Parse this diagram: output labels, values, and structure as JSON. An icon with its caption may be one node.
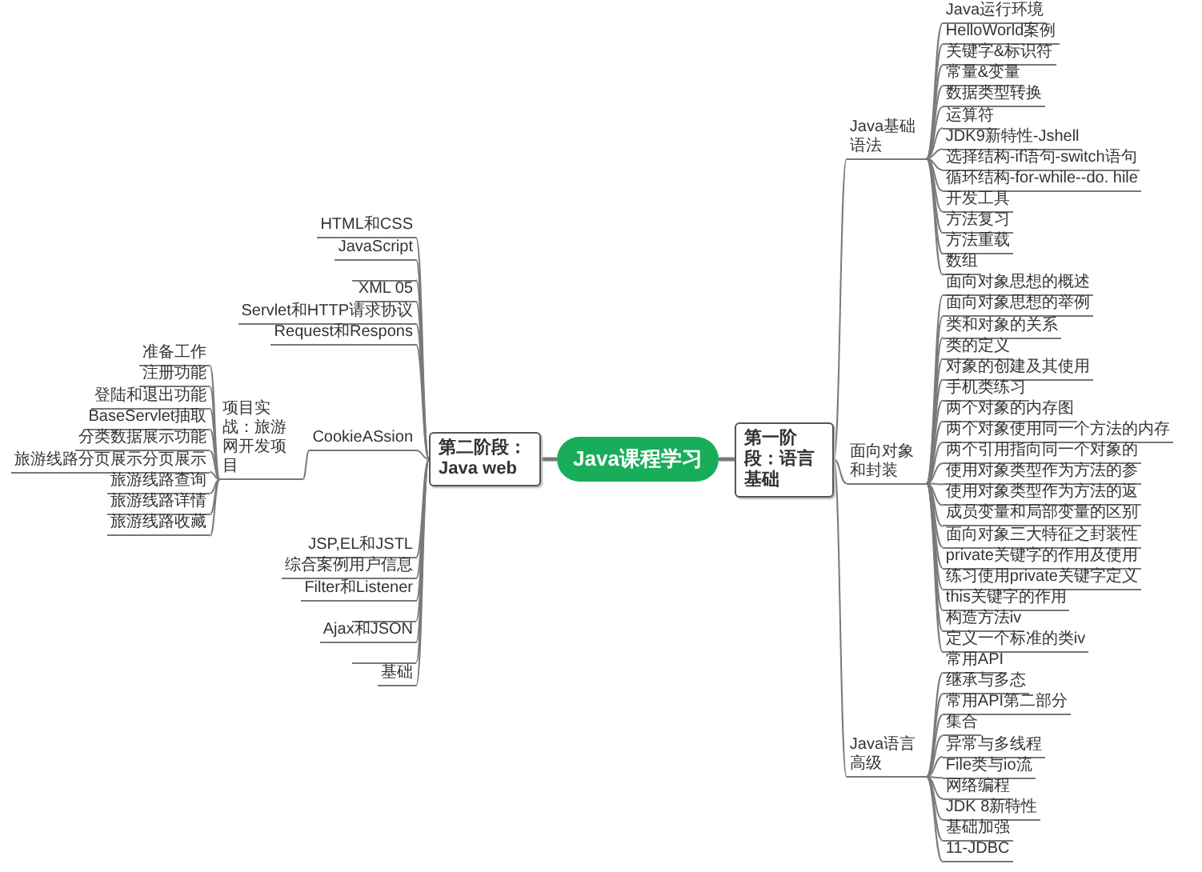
{
  "diagram": {
    "nodes": [
      {
        "text": [
          "Java课程学习"
        ]
      },
      {
        "text": [
          "第一阶段：语言基础"
        ]
      },
      {
        "text": [
          "Java基础语法"
        ]
      },
      {
        "text": [
          "Java运行环境"
        ]
      },
      {
        "text": [
          "HelloWorld案例"
        ]
      },
      {
        "text": [
          "关键字&标识符"
        ]
      },
      {
        "text": [
          "常量&变量"
        ]
      },
      {
        "text": [
          "数据类型转换"
        ]
      },
      {
        "text": [
          "运算符"
        ]
      },
      {
        "text": [
          "JDK9新特性-Jshell"
        ]
      },
      {
        "text": [
          "选择结构-if语句-switch语句"
        ]
      },
      {
        "text": [
          "循环结构-for-while--do. hile"
        ]
      },
      {
        "text": [
          "开发工具"
        ]
      },
      {
        "text": [
          "方法复习"
        ]
      },
      {
        "text": [
          "方法重载"
        ]
      },
      {
        "text": [
          "数组"
        ]
      },
      {
        "text": [
          "面向对象和封装"
        ]
      },
      {
        "text": [
          "面向对象思想的概述"
        ]
      },
      {
        "text": [
          "面向对象思想的举例"
        ]
      },
      {
        "text": [
          "类和对象的关系"
        ]
      },
      {
        "text": [
          "类的定义"
        ]
      },
      {
        "text": [
          "对象的创建及其使用"
        ]
      },
      {
        "text": [
          "手机类练习"
        ]
      },
      {
        "text": [
          "两个对象的内存图"
        ]
      },
      {
        "text": [
          "两个对象使用同一个方法的内存"
        ]
      },
      {
        "text": [
          "两个引用指向同一个对象的"
        ]
      },
      {
        "text": [
          "使用对象类型作为方法的参"
        ]
      },
      {
        "text": [
          "使用对象类型作为方法的返"
        ]
      },
      {
        "text": [
          "成员变量和局部变量的区别"
        ]
      },
      {
        "text": [
          "面向对象三大特征之封装性"
        ]
      },
      {
        "text": [
          "private关键字的作用及使用"
        ]
      },
      {
        "text": [
          "练习使用private关键字定义"
        ]
      },
      {
        "text": [
          "this关键字的作用"
        ]
      },
      {
        "text": [
          "构造方法iv"
        ]
      },
      {
        "text": [
          "定义一个标准的类iv"
        ]
      },
      {
        "text": [
          "Java语言高级"
        ]
      },
      {
        "text": [
          "常用API"
        ]
      },
      {
        "text": [
          "继承与多态"
        ]
      },
      {
        "text": [
          "常用API第二部分"
        ]
      },
      {
        "text": [
          "集合"
        ]
      },
      {
        "text": [
          "异常与多线程"
        ]
      },
      {
        "text": [
          "File类与io流"
        ]
      },
      {
        "text": [
          "网络编程"
        ]
      },
      {
        "text": [
          "JDK 8新特性"
        ]
      },
      {
        "text": [
          "基础加强"
        ]
      },
      {
        "text": [
          "11-JDBC"
        ]
      },
      {
        "text": [
          "第二阶段：Java web"
        ]
      },
      {
        "text": [
          "HTML和CSS"
        ]
      },
      {
        "text": [
          "JavaScript"
        ]
      },
      {
        "text": [],
        "shape": "line"
      },
      {
        "text": [
          "XML 05"
        ]
      },
      {
        "text": [
          "Servlet和HTTP请求协议"
        ]
      },
      {
        "text": [
          "Request和Respons"
        ]
      },
      {
        "text": [
          "CookieASsion"
        ]
      },
      {
        "text": [
          "项目实战：旅游网开发项目"
        ]
      },
      {
        "text": [
          "准备工作"
        ]
      },
      {
        "text": [
          "注册功能"
        ]
      },
      {
        "text": [
          "登陆和退出功能"
        ]
      },
      {
        "text": [
          "BaseServlet抽取"
        ]
      },
      {
        "text": [
          "分类数据展示功能"
        ]
      },
      {
        "text": [
          "旅游线路分页展示分页展示"
        ]
      },
      {
        "text": [
          "旅游线路查询"
        ]
      },
      {
        "text": [
          "旅游线路详情"
        ]
      },
      {
        "text": [
          "旅游线路收藏"
        ]
      },
      {
        "text": [
          "JSP,EL和JSTL"
        ]
      },
      {
        "text": [
          "综合案例用户信息"
        ]
      },
      {
        "text": [
          "Filter和Listener"
        ]
      },
      {
        "text": [],
        "shape": "line"
      },
      {
        "text": [
          "Ajax和JSON"
        ]
      },
      {
        "text": [],
        "shape": "line"
      },
      {
        "text": [
          "基础"
        ]
      }
    ],
    "edges": [
      {
        "from": 0,
        "to": 1,
        "arrow": "none",
        "style": "thick"
      },
      {
        "from": 1,
        "to": 2,
        "arrow": "none"
      },
      {
        "from": 2,
        "to": 3,
        "arrow": "none"
      },
      {
        "from": 2,
        "to": 4,
        "arrow": "none"
      },
      {
        "from": 2,
        "to": 5,
        "arrow": "none"
      },
      {
        "from": 2,
        "to": 6,
        "arrow": "none"
      },
      {
        "from": 2,
        "to": 7,
        "arrow": "none"
      },
      {
        "from": 2,
        "to": 8,
        "arrow": "none"
      },
      {
        "from": 2,
        "to": 9,
        "arrow": "none"
      },
      {
        "from": 2,
        "to": 10,
        "arrow": "none"
      },
      {
        "from": 2,
        "to": 11,
        "arrow": "none"
      },
      {
        "from": 2,
        "to": 12,
        "arrow": "none"
      },
      {
        "from": 2,
        "to": 13,
        "arrow": "none"
      },
      {
        "from": 2,
        "to": 14,
        "arrow": "none"
      },
      {
        "from": 2,
        "to": 15,
        "arrow": "none"
      },
      {
        "from": 1,
        "to": 16,
        "arrow": "none"
      },
      {
        "from": 16,
        "to": 17,
        "arrow": "none"
      },
      {
        "from": 16,
        "to": 18,
        "arrow": "none"
      },
      {
        "from": 16,
        "to": 19,
        "arrow": "none"
      },
      {
        "from": 16,
        "to": 20,
        "arrow": "none"
      },
      {
        "from": 16,
        "to": 21,
        "arrow": "none"
      },
      {
        "from": 16,
        "to": 22,
        "arrow": "none"
      },
      {
        "from": 16,
        "to": 23,
        "arrow": "none"
      },
      {
        "from": 16,
        "to": 24,
        "arrow": "none"
      },
      {
        "from": 16,
        "to": 25,
        "arrow": "none"
      },
      {
        "from": 16,
        "to": 26,
        "arrow": "none"
      },
      {
        "from": 16,
        "to": 27,
        "arrow": "none"
      },
      {
        "from": 16,
        "to": 28,
        "arrow": "none"
      },
      {
        "from": 16,
        "to": 29,
        "arrow": "none"
      },
      {
        "from": 16,
        "to": 30,
        "arrow": "none"
      },
      {
        "from": 16,
        "to": 31,
        "arrow": "none"
      },
      {
        "from": 16,
        "to": 32,
        "arrow": "none"
      },
      {
        "from": 16,
        "to": 33,
        "arrow": "none"
      },
      {
        "from": 16,
        "to": 34,
        "arrow": "none"
      },
      {
        "from": 1,
        "to": 35,
        "arrow": "none"
      },
      {
        "from": 35,
        "to": 36,
        "arrow": "none"
      },
      {
        "from": 35,
        "to": 37,
        "arrow": "none"
      },
      {
        "from": 35,
        "to": 38,
        "arrow": "none"
      },
      {
        "from": 35,
        "to": 39,
        "arrow": "none"
      },
      {
        "from": 35,
        "to": 40,
        "arrow": "none"
      },
      {
        "from": 35,
        "to": 41,
        "arrow": "none"
      },
      {
        "from": 35,
        "to": 42,
        "arrow": "none"
      },
      {
        "from": 35,
        "to": 43,
        "arrow": "none"
      },
      {
        "from": 35,
        "to": 44,
        "arrow": "none"
      },
      {
        "from": 35,
        "to": 45,
        "arrow": "none"
      },
      {
        "from": 0,
        "to": 46,
        "arrow": "none",
        "style": "thick"
      },
      {
        "from": 46,
        "to": 47,
        "arrow": "none"
      },
      {
        "from": 46,
        "to": 48,
        "arrow": "none"
      },
      {
        "from": 46,
        "to": 49,
        "arrow": "none"
      },
      {
        "from": 46,
        "to": 50,
        "arrow": "none"
      },
      {
        "from": 46,
        "to": 51,
        "arrow": "none"
      },
      {
        "from": 46,
        "to": 52,
        "arrow": "none"
      },
      {
        "from": 46,
        "to": 53,
        "arrow": "none"
      },
      {
        "from": 53,
        "to": 54,
        "arrow": "none"
      },
      {
        "from": 54,
        "to": 55,
        "arrow": "none"
      },
      {
        "from": 54,
        "to": 56,
        "arrow": "none"
      },
      {
        "from": 54,
        "to": 57,
        "arrow": "none"
      },
      {
        "from": 54,
        "to": 58,
        "arrow": "none"
      },
      {
        "from": 54,
        "to": 59,
        "arrow": "none"
      },
      {
        "from": 54,
        "to": 60,
        "arrow": "none"
      },
      {
        "from": 54,
        "to": 61,
        "arrow": "none"
      },
      {
        "from": 54,
        "to": 62,
        "arrow": "none"
      },
      {
        "from": 54,
        "to": 63,
        "arrow": "none"
      },
      {
        "from": 46,
        "to": 64,
        "arrow": "none"
      },
      {
        "from": 46,
        "to": 65,
        "arrow": "none"
      },
      {
        "from": 46,
        "to": 66,
        "arrow": "none"
      },
      {
        "from": 46,
        "to": 67,
        "arrow": "none"
      },
      {
        "from": 46,
        "to": 68,
        "arrow": "none"
      },
      {
        "from": 46,
        "to": 69,
        "arrow": "none"
      },
      {
        "from": 46,
        "to": 70,
        "arrow": "none"
      }
    ]
  }
}
